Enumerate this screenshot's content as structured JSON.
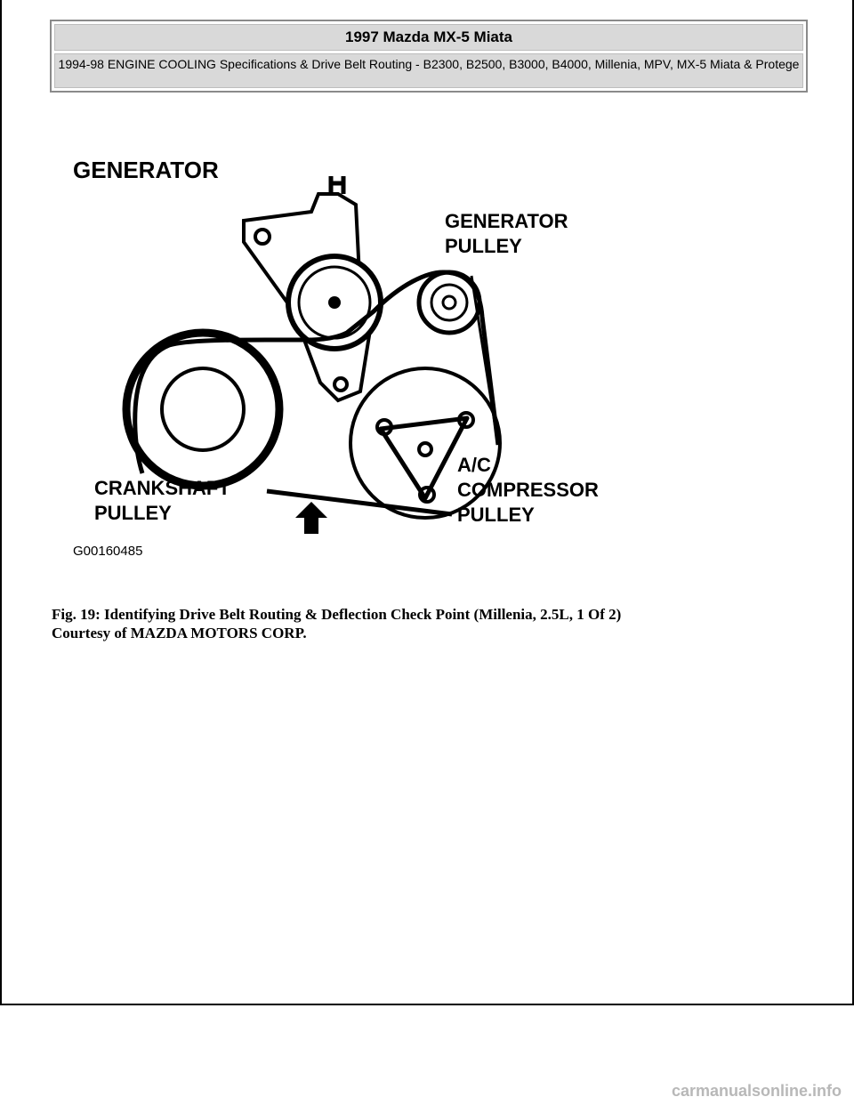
{
  "header": {
    "title": "1997 Mazda MX-5 Miata",
    "subtitle": "1994-98 ENGINE COOLING Specifications & Drive Belt Routing - B2300, B2500, B3000, B4000, Millenia, MPV, MX-5 Miata & Protege"
  },
  "figure": {
    "labels": {
      "generator": "GENERATOR",
      "generator_pulley_line1": "GENERATOR",
      "generator_pulley_line2": "PULLEY",
      "crankshaft_pulley_line1": "CRANKSHAFT",
      "crankshaft_pulley_line2": "PULLEY",
      "ac_line1": "A/C",
      "ac_line2": "COMPRESSOR",
      "ac_line3": "PULLEY"
    },
    "figure_id": "G00160485"
  },
  "caption": {
    "line1": "Fig. 19: Identifying Drive Belt Routing & Deflection Check Point (Millenia, 2.5L, 1 Of 2)",
    "line2": "Courtesy of MAZDA MOTORS CORP."
  },
  "watermark": "carmanualsonline.info"
}
